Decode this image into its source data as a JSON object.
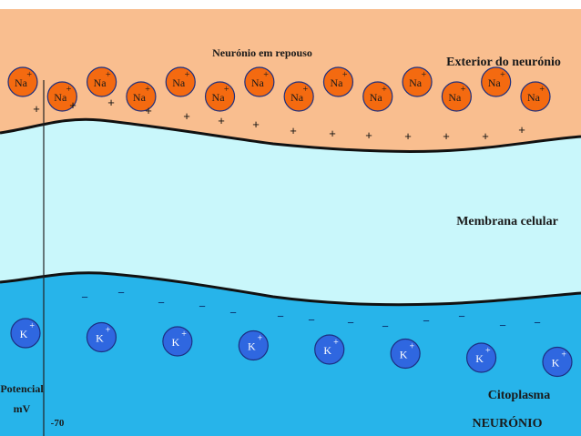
{
  "diagram": {
    "title": "Neurónio em repouso",
    "exterior_label": "Exterior do neurónio",
    "membrane_label": "Membrana celular",
    "cytoplasm_label": "Citoplasma",
    "bottom_label": "NEURÓNIO",
    "potential_label_line1": "Potencial",
    "potential_label_line2": "mV",
    "potential_value": "-70",
    "sodium_ion": {
      "symbol": "Na",
      "charge": "+"
    },
    "potassium_ion": {
      "symbol": "K",
      "charge": "+"
    },
    "outer_charge_symbol": "+",
    "inner_charge_symbol": "−",
    "sodium_count": 14,
    "potassium_count": 8
  },
  "colors": {
    "exterior": "#f9be8f",
    "membrane": "#c9f7fb",
    "cytoplasm": "#27b4ea",
    "sodium_fill": "#f46a10",
    "potassium_fill": "#2f67e0",
    "line": "#111111"
  }
}
